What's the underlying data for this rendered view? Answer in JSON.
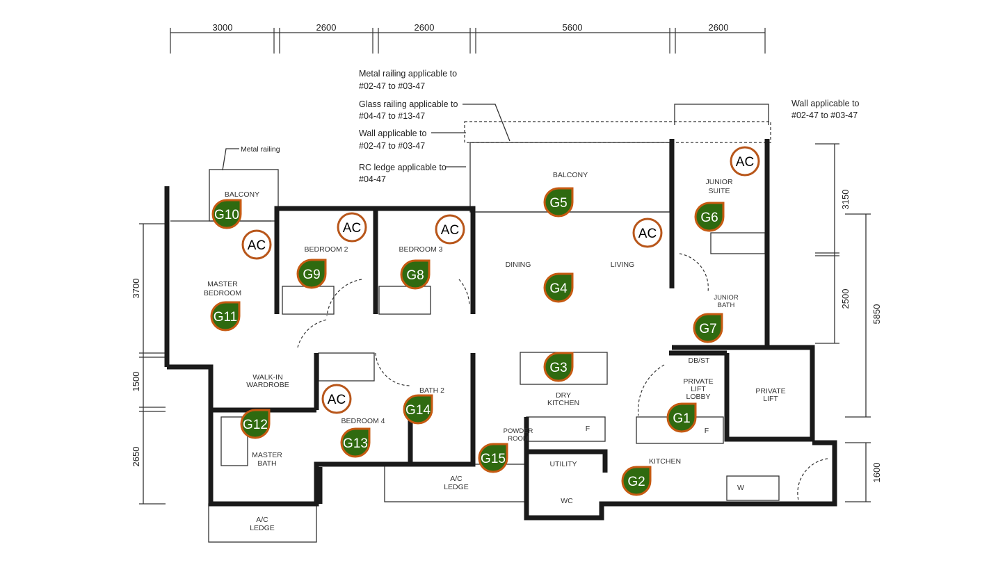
{
  "dimensions": {
    "top": [
      "3000",
      "2600",
      "2600",
      "5600",
      "2600"
    ],
    "left": [
      "3700",
      "1500",
      "2650"
    ],
    "right": [
      "3150",
      "2500",
      "5850",
      "1600"
    ]
  },
  "annotations": {
    "metal_railing_1": "Metal railing applicable to",
    "metal_railing_2": "#02-47 to #03-47",
    "glass_railing_1": "Glass railing applicable to",
    "glass_railing_2": "#04-47 to #13-47",
    "wall_1": "Wall applicable to",
    "wall_2": "#02-47 to #03-47",
    "rc_ledge_1": "RC ledge applicable to",
    "rc_ledge_2": "#04-47",
    "right_wall_1": "Wall applicable to",
    "right_wall_2": "#02-47 to #03-47",
    "metal_railing_small": "Metal railing"
  },
  "rooms": {
    "balcony_small": "BALCONY",
    "master_bedroom_1": "MASTER",
    "master_bedroom_2": "BEDROOM",
    "bedroom2": "BEDROOM 2",
    "bedroom3": "BEDROOM 3",
    "balcony": "BALCONY",
    "dining": "DINING",
    "living": "LIVING",
    "junior_suite_1": "JUNIOR",
    "junior_suite_2": "SUITE",
    "junior_bath_1": "JUNIOR",
    "junior_bath_2": "BATH",
    "walkin_1": "WALK-IN",
    "walkin_2": "WARDROBE",
    "master_bath_1": "MASTER",
    "master_bath_2": "BATH",
    "bedroom4": "BEDROOM 4",
    "bath2": "BATH 2",
    "powder_1": "POWDER",
    "powder_2": "ROOM",
    "dry_kitchen_1": "DRY",
    "dry_kitchen_2": "KITCHEN",
    "dbst": "DB/ST",
    "lobby_1": "PRIVATE",
    "lobby_2": "LIFT",
    "lobby_3": "LOBBY",
    "lift_1": "PRIVATE",
    "lift_2": "LIFT",
    "utility": "UTILITY",
    "kitchen": "KITCHEN",
    "ac_ledge_1_a": "A/C",
    "ac_ledge_1_b": "LEDGE",
    "ac_ledge_2_a": "A/C",
    "ac_ledge_2_b": "LEDGE",
    "fridge_1": "F",
    "fridge_2": "F",
    "washer": "W",
    "wc": "WC"
  },
  "markers": [
    "G1",
    "G2",
    "G3",
    "G4",
    "G5",
    "G6",
    "G7",
    "G8",
    "G9",
    "G10",
    "G11",
    "G12",
    "G13",
    "G14",
    "G15"
  ],
  "ac_label": "AC",
  "colors": {
    "marker_fill": "#2f6a10",
    "marker_stroke": "#c65a12",
    "ac_stroke": "#b8561a"
  }
}
